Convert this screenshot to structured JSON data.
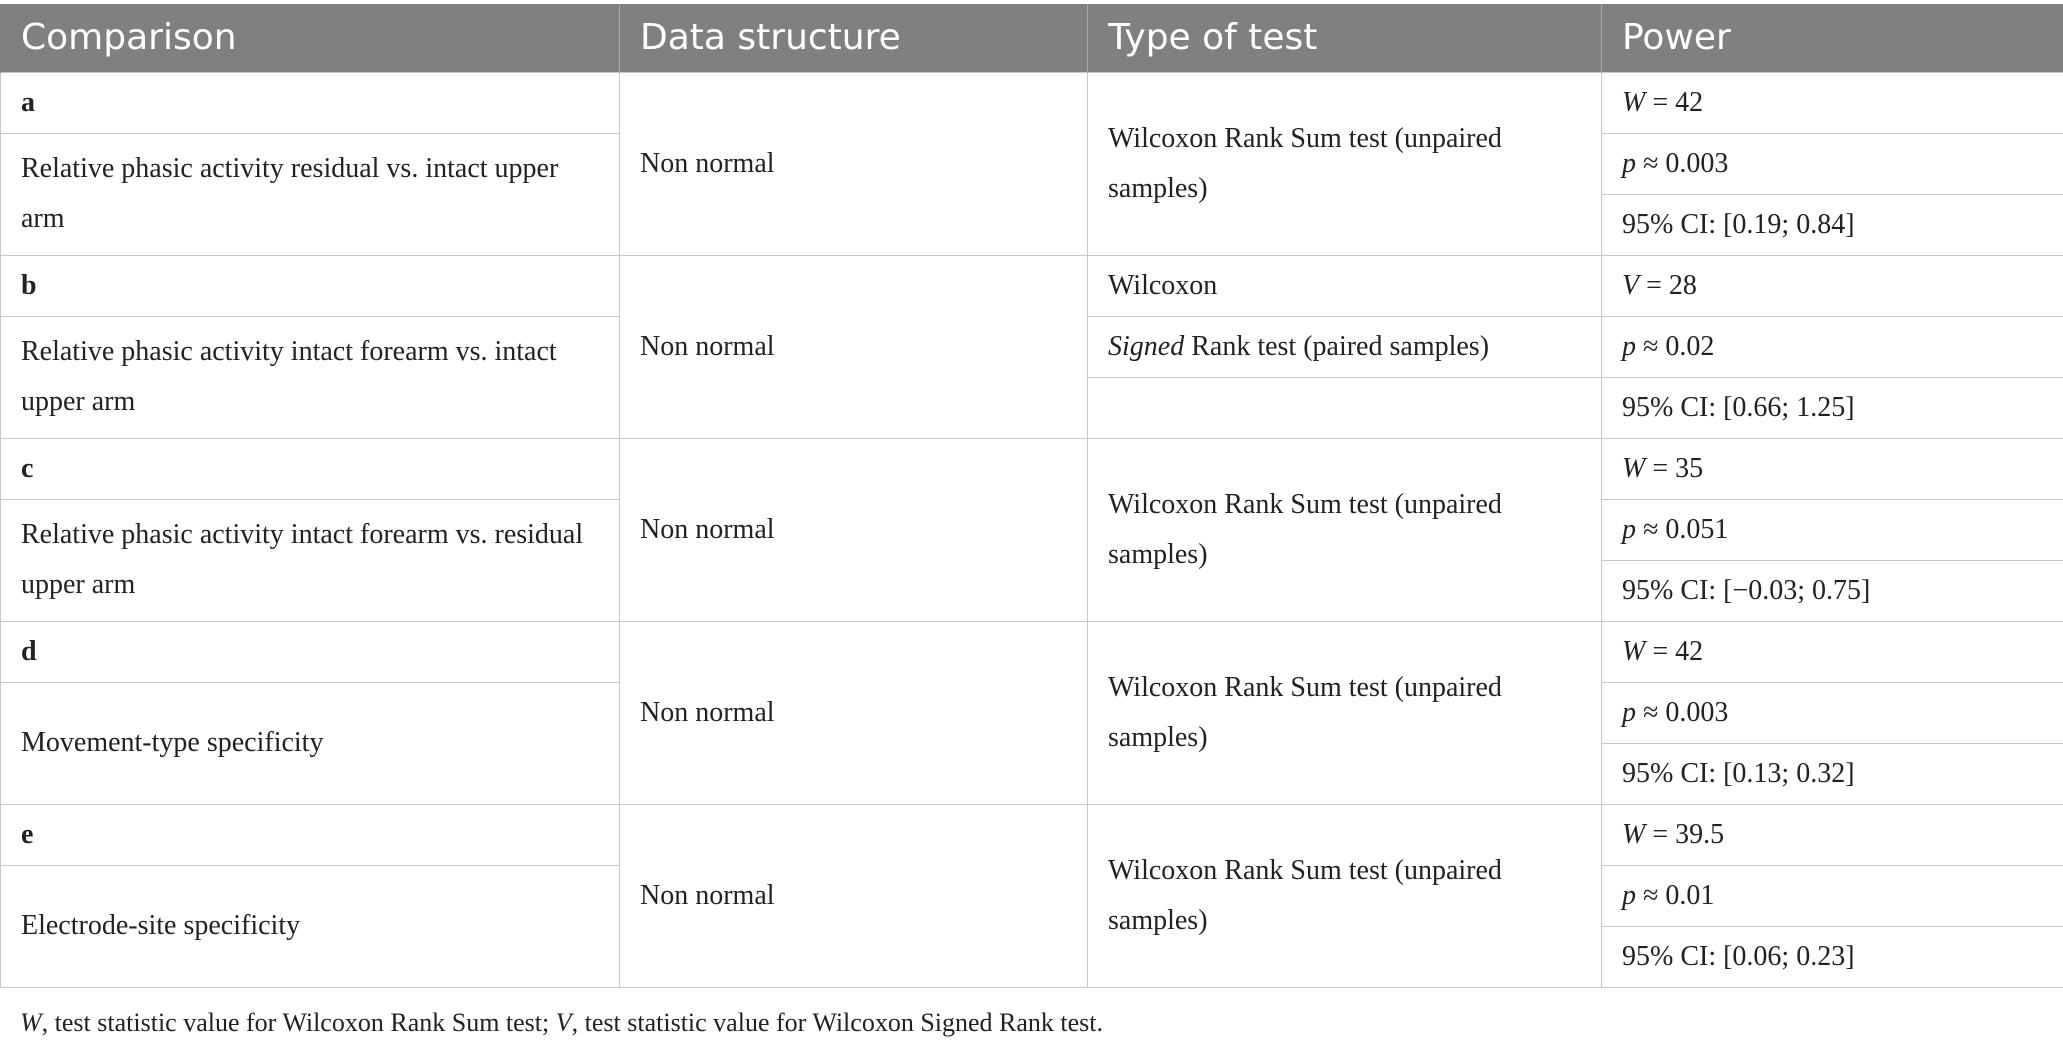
{
  "table": {
    "headers": [
      "Comparison",
      "Data structure",
      "Type of test",
      "Power"
    ],
    "groups": [
      {
        "label": "a",
        "comparison": "Relative phasic activity residual vs. intact upper arm",
        "data_structure": "Non normal",
        "test": "Wilcoxon Rank Sum test (unpaired samples)",
        "stat_sym": "W",
        "stat_val": " = 42",
        "p_sym": "p",
        "p_val": " ≈ 0.003",
        "ci": "95% CI: [0.19; 0.84]"
      },
      {
        "label": "b",
        "comparison": "Relative phasic activity intact forearm vs. intact upper arm",
        "data_structure": "Non normal",
        "test_line1": "Wilcoxon",
        "test_line2_italic": "Signed",
        "test_line2_rest": " Rank test (paired samples)",
        "stat_sym": "V",
        "stat_val": " = 28",
        "p_sym": "p",
        "p_val": " ≈ 0.02",
        "ci": "95% CI: [0.66; 1.25]"
      },
      {
        "label": "c",
        "comparison": "Relative phasic activity intact forearm vs. residual upper arm",
        "data_structure": "Non normal",
        "test": "Wilcoxon Rank Sum test (unpaired samples)",
        "stat_sym": "W",
        "stat_val": " = 35",
        "p_sym": "p",
        "p_val": " ≈ 0.051",
        "ci": "95% CI: [−0.03; 0.75]"
      },
      {
        "label": "d",
        "comparison": "Movement-type specificity",
        "data_structure": "Non normal",
        "test": "Wilcoxon Rank Sum test (unpaired samples)",
        "stat_sym": "W",
        "stat_val": " = 42",
        "p_sym": "p",
        "p_val": " ≈ 0.003",
        "ci": "95% CI: [0.13; 0.32]"
      },
      {
        "label": "e",
        "comparison": "Electrode-site specificity",
        "data_structure": "Non normal",
        "test": "Wilcoxon Rank Sum test (unpaired samples)",
        "stat_sym": "W",
        "stat_val": " = 39.5",
        "p_sym": "p",
        "p_val": " ≈ 0.01",
        "ci": "95% CI: [0.06; 0.23]"
      }
    ]
  },
  "footnote": {
    "w_sym": "W",
    "w_text": ", test statistic value for Wilcoxon Rank Sum test; ",
    "v_sym": "V",
    "v_text": ", test statistic value for Wilcoxon Signed Rank test."
  }
}
